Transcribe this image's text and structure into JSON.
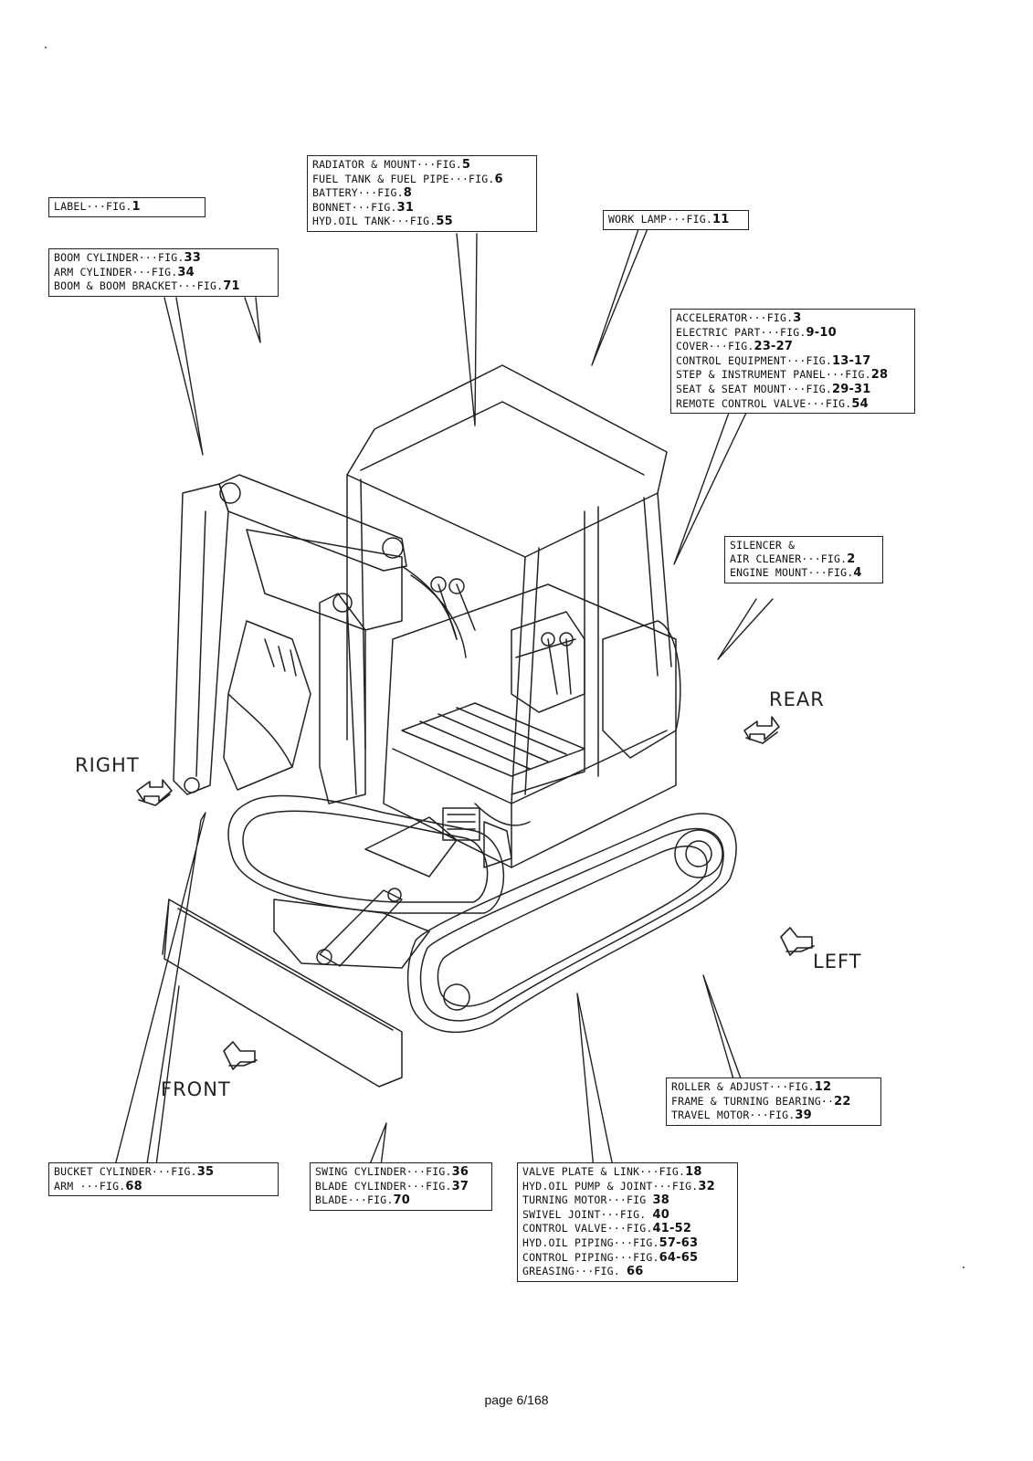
{
  "callouts": {
    "label": {
      "lines": [
        {
          "t": "LABEL···FIG.",
          "n": "1"
        }
      ]
    },
    "radiator": {
      "lines": [
        {
          "t": "RADIATOR & MOUNT···FIG.",
          "n": "5"
        },
        {
          "t": "FUEL TANK & FUEL PIPE···FIG.",
          "n": "6"
        },
        {
          "t": "BATTERY···FIG.",
          "n": "8"
        },
        {
          "t": "BONNET···FIG.",
          "n": "31"
        },
        {
          "t": "HYD.OIL TANK···FIG.",
          "n": "55"
        }
      ]
    },
    "work_lamp": {
      "lines": [
        {
          "t": "WORK LAMP···FIG.",
          "n": "11"
        }
      ]
    },
    "boom": {
      "lines": [
        {
          "t": "BOOM CYLINDER···FIG.",
          "n": "33"
        },
        {
          "t": "ARM CYLINDER···FIG.",
          "n": "34"
        },
        {
          "t": "BOOM & BOOM BRACKET···FIG.",
          "n": "71"
        }
      ]
    },
    "accelerator": {
      "lines": [
        {
          "t": "ACCELERATOR···FIG.",
          "n": "3"
        },
        {
          "t": "ELECTRIC PART···FIG.",
          "n": "9-10"
        },
        {
          "t": "COVER···FIG.",
          "n": "23-27"
        },
        {
          "t": "CONTROL EQUIPMENT···FIG.",
          "n": "13-17"
        },
        {
          "t": "STEP & INSTRUMENT PANEL···FIG.",
          "n": "28"
        },
        {
          "t": "SEAT & SEAT MOUNT···FIG.",
          "n": "29-31"
        },
        {
          "t": "REMOTE CONTROL VALVE···FIG.",
          "n": "54"
        }
      ]
    },
    "silencer": {
      "lines": [
        {
          "t": "SILENCER &",
          "n": ""
        },
        {
          "t": "AIR CLEANER···FIG.",
          "n": "2"
        },
        {
          "t": "ENGINE MOUNT···FIG.",
          "n": "4"
        }
      ]
    },
    "roller": {
      "lines": [
        {
          "t": "ROLLER & ADJUST···FIG.",
          "n": "12"
        },
        {
          "t": "FRAME & TURNING BEARING··",
          "n": "22"
        },
        {
          "t": "TRAVEL MOTOR···FIG.",
          "n": "39"
        }
      ]
    },
    "bucket": {
      "lines": [
        {
          "t": "BUCKET CYLINDER···FIG.",
          "n": "35"
        },
        {
          "t": "ARM ···FIG.",
          "n": "68"
        }
      ]
    },
    "swing": {
      "lines": [
        {
          "t": "SWING CYLINDER···FIG.",
          "n": "36"
        },
        {
          "t": "BLADE CYLINDER···FIG.",
          "n": "37"
        },
        {
          "t": "BLADE···FIG.",
          "n": "70"
        }
      ]
    },
    "valve": {
      "lines": [
        {
          "t": "VALVE PLATE & LINK···FIG.",
          "n": "18"
        },
        {
          "t": "HYD.OIL PUMP & JOINT···FIG.",
          "n": "32"
        },
        {
          "t": "TURNING MOTOR···FIG ",
          "n": "38"
        },
        {
          "t": "SWIVEL JOINT···FIG. ",
          "n": "40"
        },
        {
          "t": "CONTROL VALVE···FIG.",
          "n": "41-52"
        },
        {
          "t": "HYD.OIL PIPING···FIG.",
          "n": "57-63"
        },
        {
          "t": "CONTROL PIPING···FIG.",
          "n": "64-65"
        },
        {
          "t": "GREASING···FIG. ",
          "n": "66"
        }
      ]
    }
  },
  "directions": {
    "rear": "REAR",
    "right": "RIGHT",
    "left": "LEFT",
    "front": "FRONT"
  },
  "footer": {
    "page": "page 6/168"
  },
  "colors": {
    "line": "#222222",
    "paper": "#ffffff"
  }
}
